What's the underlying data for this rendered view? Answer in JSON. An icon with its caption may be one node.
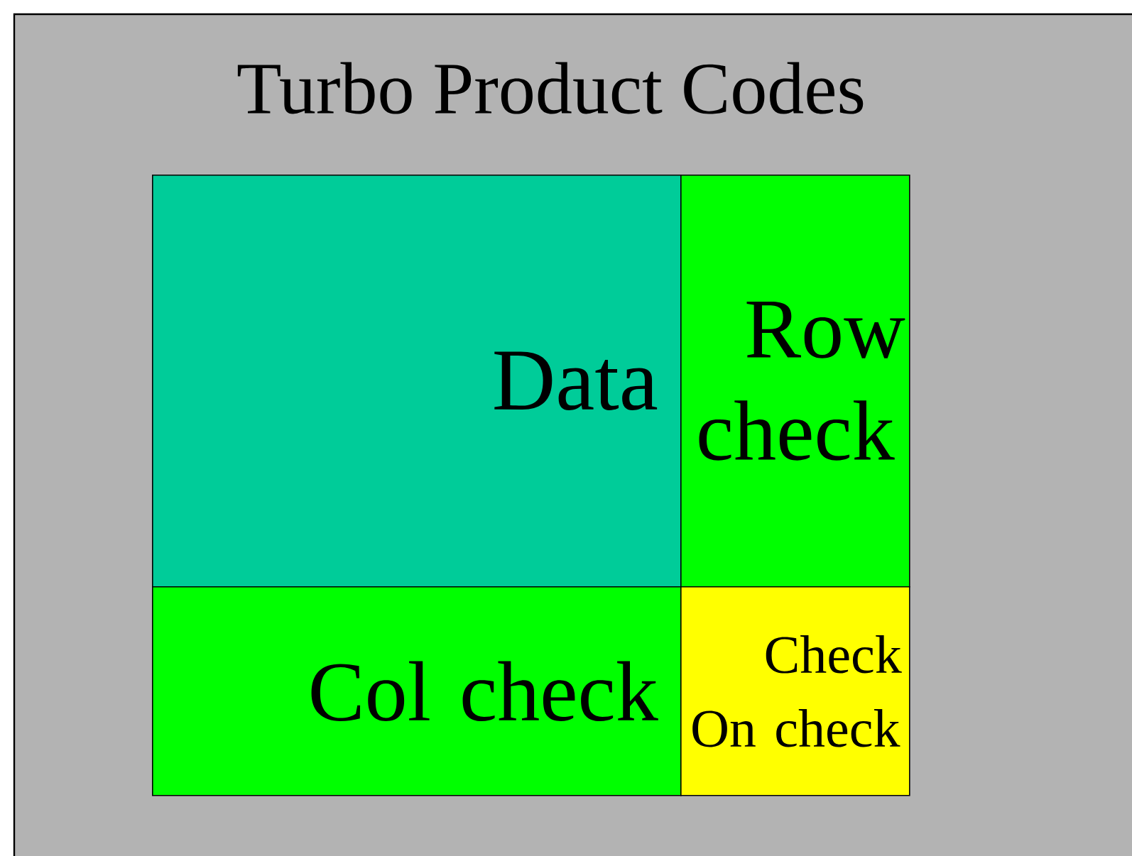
{
  "diagram": {
    "title": "Turbo Product Codes",
    "nodes": [
      {
        "text": [
          "Data"
        ]
      },
      {
        "text": [
          "Row check"
        ]
      },
      {
        "text": [
          "Col check"
        ]
      },
      {
        "text": [
          "Check On check"
        ]
      }
    ]
  }
}
